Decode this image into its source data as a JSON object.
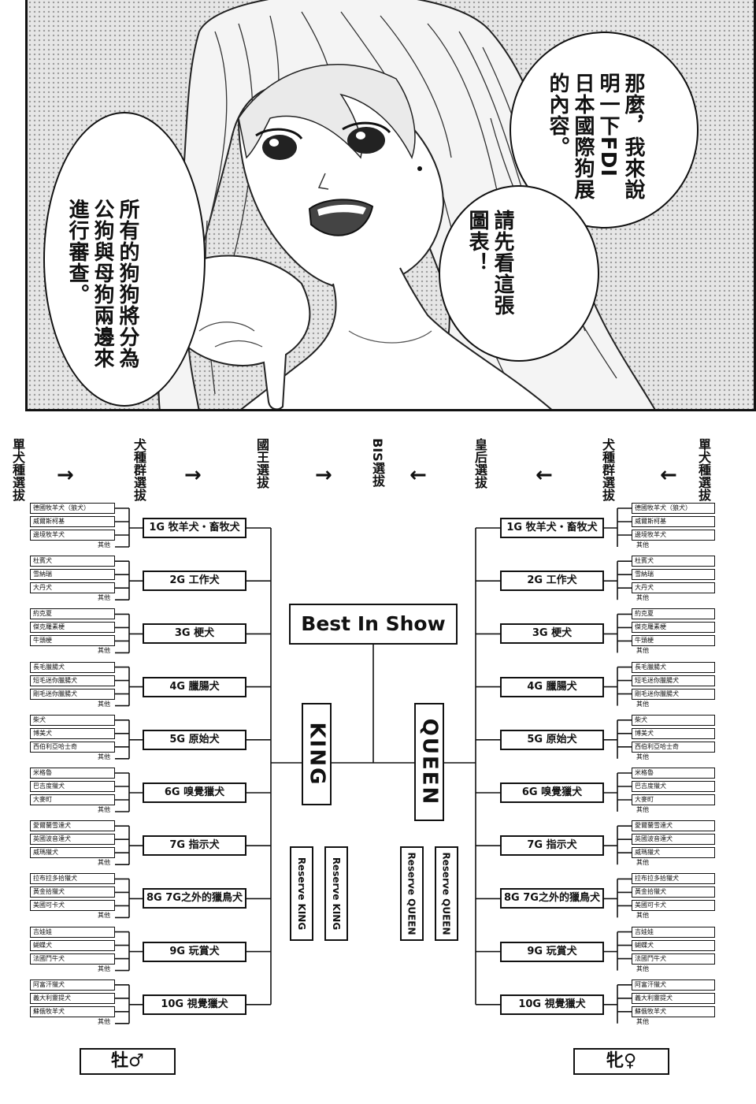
{
  "speech": {
    "bubble_1": "那麼，我來說\n明一下FDI\n日本國際狗展\n的內容。",
    "bubble_2": "請先看這張\n圖表！",
    "bubble_3": "所有的狗狗將分為\n公狗與母狗兩邊來\n進行審查。"
  },
  "headers": {
    "single_breed": "單犬種選拔",
    "group": "犬種群選拔",
    "king_select": "國王選拔",
    "bis_select": "BIS選拔",
    "queen_select": "皇后選拔",
    "arrow_right": "→",
    "arrow_left": "←"
  },
  "center": {
    "best_in_show": "Best In Show",
    "king": "KING",
    "queen": "QUEEN",
    "reserve_king": "Reserve KING",
    "reserve_queen": "Reserve QUEEN"
  },
  "groups": [
    {
      "label": "1G 牧羊犬・畜牧犬",
      "breeds": [
        "德國牧羊犬（狼犬）",
        "威爾斯柯基",
        "邊境牧羊犬"
      ],
      "other": "其他"
    },
    {
      "label": "2G 工作犬",
      "breeds": [
        "杜賓犬",
        "雪納瑞",
        "大丹犬"
      ],
      "other": "其他"
    },
    {
      "label": "3G 梗犬",
      "breeds": [
        "約克夏",
        "傑克羅素梗",
        "牛頭梗"
      ],
      "other": "其他"
    },
    {
      "label": "4G 臘腸犬",
      "breeds": [
        "長毛臘腸犬",
        "短毛迷你臘腸犬",
        "剛毛迷你臘腸犬"
      ],
      "other": "其他"
    },
    {
      "label": "5G 原始犬",
      "breeds": [
        "柴犬",
        "博美犬",
        "西伯利亞哈士奇"
      ],
      "other": "其他"
    },
    {
      "label": "6G 嗅覺獵犬",
      "breeds": [
        "米格魯",
        "巴吉度獵犬",
        "大麥町"
      ],
      "other": "其他"
    },
    {
      "label": "7G 指示犬",
      "breeds": [
        "愛爾蘭雪達犬",
        "英國波音達犬",
        "威瑪獵犬"
      ],
      "other": "其他"
    },
    {
      "label": "8G 7G之外的獵鳥犬",
      "breeds": [
        "拉布拉多拾獵犬",
        "黃金拾獵犬",
        "美國可卡犬"
      ],
      "other": "其他"
    },
    {
      "label": "9G 玩賞犬",
      "breeds": [
        "吉娃娃",
        "蝴蝶犬",
        "法國鬥牛犬"
      ],
      "other": "其他"
    },
    {
      "label": "10G 視覺獵犬",
      "breeds": [
        "阿富汗獵犬",
        "義大利靈提犬",
        "蘇俄牧羊犬"
      ],
      "other": "其他"
    }
  ],
  "sex_labels": {
    "male": "牡♂",
    "female": "牝♀"
  }
}
